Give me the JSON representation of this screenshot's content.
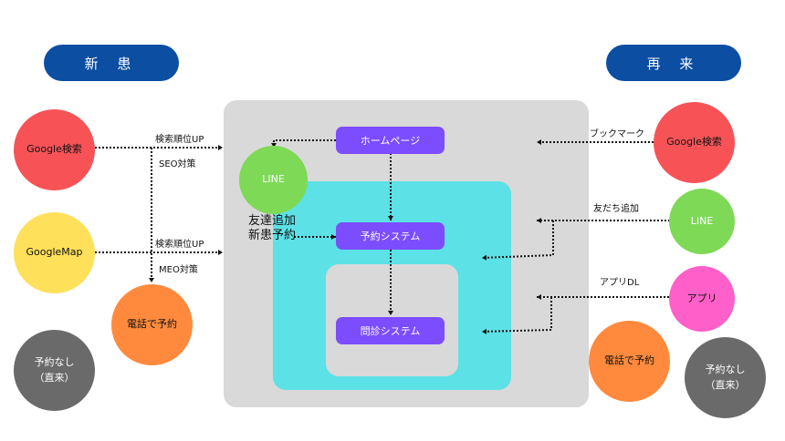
{
  "headers": {
    "new": "新 患",
    "return": "再 来"
  },
  "left": {
    "google_search": "Google検索",
    "google_map": "GoogleMap",
    "phone": "電話で予約",
    "walkin": "予約なし\n（直来）",
    "labels": {
      "seo_rank": "検索順位UP",
      "seo": "SEO対策",
      "meo_rank": "検索順位UP",
      "meo": "MEO対策"
    }
  },
  "center": {
    "homepage": "ホームページ",
    "line": "LINE",
    "reservation": "予約システム",
    "interview": "問診システム",
    "friend_add_label": "友達追加\n新患予約"
  },
  "right": {
    "google_search": "Google検索",
    "line": "LINE",
    "app": "アプリ",
    "phone": "電話で予約",
    "walkin": "予約なし\n（直来）",
    "labels": {
      "bookmark": "ブックマーク",
      "friend": "友だち追加",
      "app_dl": "アプリDL"
    }
  },
  "colors": {
    "header_blue": "#0b4ea2",
    "red": "#f75357",
    "yellow": "#ffe05a",
    "orange": "#ff8a3d",
    "green": "#7ed957",
    "pink": "#ff5fc8",
    "gray_dark": "#6a6a6a",
    "panel_gray": "#d9d9d9",
    "cyan": "#5ce1e6",
    "purple": "#7c4dff"
  }
}
